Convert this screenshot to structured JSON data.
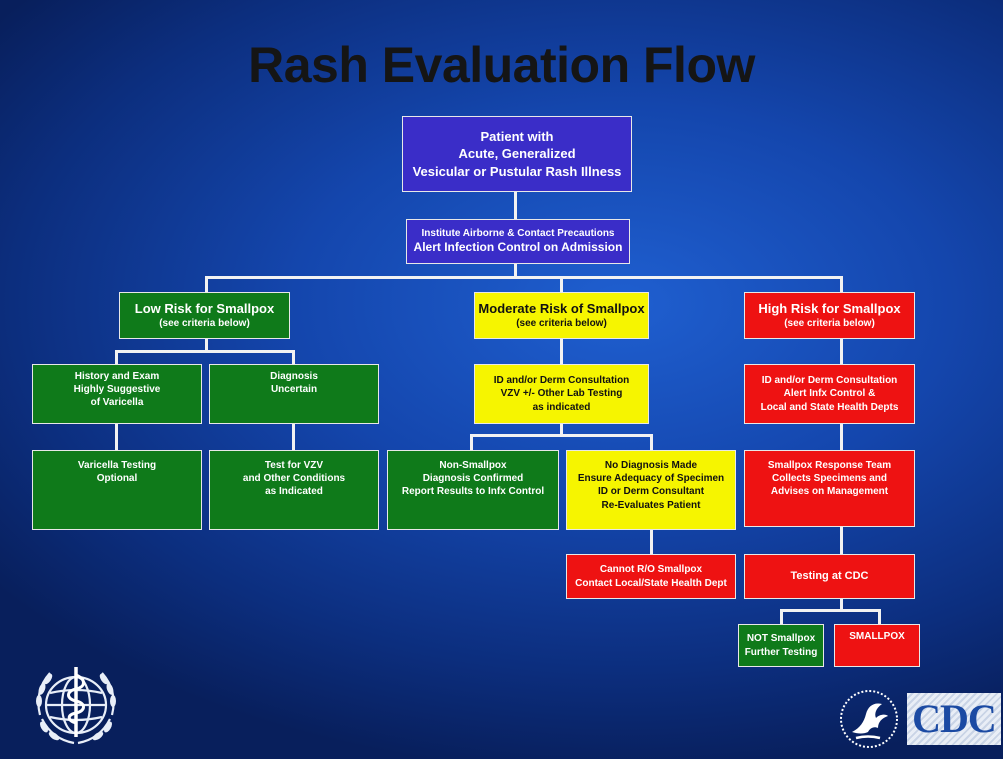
{
  "title": "Rash Evaluation Flow",
  "nodes": {
    "patient": [
      "Patient with",
      "Acute, Generalized",
      "Vesicular or Pustular Rash Illness"
    ],
    "precautions": [
      "Institute Airborne & Contact Precautions",
      "Alert Infection Control on Admission"
    ],
    "low_risk": [
      "Low Risk for Smallpox",
      "(see criteria below)"
    ],
    "moderate_risk": [
      "Moderate Risk of Smallpox",
      "(see criteria below)"
    ],
    "high_risk": [
      "High Risk for Smallpox",
      "(see criteria below)"
    ],
    "history_exam": [
      "History and Exam",
      "Highly Suggestive",
      "of Varicella"
    ],
    "diagnosis_uncertain": [
      "Diagnosis",
      "Uncertain"
    ],
    "moderate_consult": [
      "ID and/or Derm Consultation",
      "VZV +/- Other Lab Testing",
      "as indicated"
    ],
    "high_consult": [
      "ID and/or Derm Consultation",
      "Alert Infx Control &",
      "Local and State Health Depts"
    ],
    "varicella_testing": [
      "Varicella Testing",
      "Optional"
    ],
    "test_vzv": [
      "Test for VZV",
      "and Other Conditions",
      "as Indicated"
    ],
    "non_smallpox": [
      "Non-Smallpox",
      "Diagnosis Confirmed",
      "Report Results to Infx Control"
    ],
    "no_diagnosis": [
      "No Diagnosis Made",
      "Ensure Adequacy of Specimen",
      "ID or Derm Consultant",
      "Re-Evaluates Patient"
    ],
    "response_team": [
      "Smallpox Response Team",
      "Collects Specimens and",
      "Advises on Management"
    ],
    "cannot_ro": [
      "Cannot R/O Smallpox",
      "Contact Local/State Health Dept"
    ],
    "testing_cdc": [
      "Testing at CDC"
    ],
    "not_smallpox": [
      "NOT Smallpox",
      "Further Testing"
    ],
    "smallpox": [
      "SMALLPOX"
    ]
  },
  "logos": {
    "who": "who-emblem-icon",
    "hhs": "hhs-eagle-icon",
    "cdc_text": "CDC"
  },
  "colors": {
    "background": "#1446ad",
    "title": "#151515",
    "purple": "#3a2dc8",
    "green": "#0f7a1a",
    "yellow": "#f6f500",
    "red": "#ee1212",
    "connector": "#f2f2f2"
  }
}
